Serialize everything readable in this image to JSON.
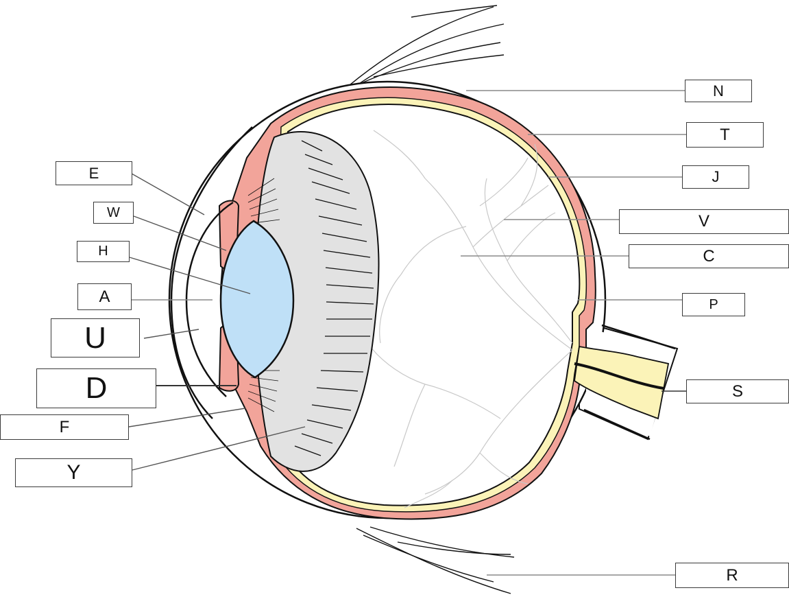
{
  "diagram": {
    "colors": {
      "outline": "#111111",
      "sclera": "#ffffff",
      "choroid": "#f2a49a",
      "retina": "#fbf3b8",
      "lens": "#bfe0f7",
      "ciliary": "#e2e2e2",
      "vessels": "#c8c8c8",
      "leader": "#8a8a8a"
    },
    "labels": {
      "n": "N",
      "t": "T",
      "j": "J",
      "v": "V",
      "c": "C",
      "p": "P",
      "s": "S",
      "r": "R",
      "e": "E",
      "w": "W",
      "h": "H",
      "a": "A",
      "u": "U",
      "d": "D",
      "f": "F",
      "y": "Y"
    }
  }
}
